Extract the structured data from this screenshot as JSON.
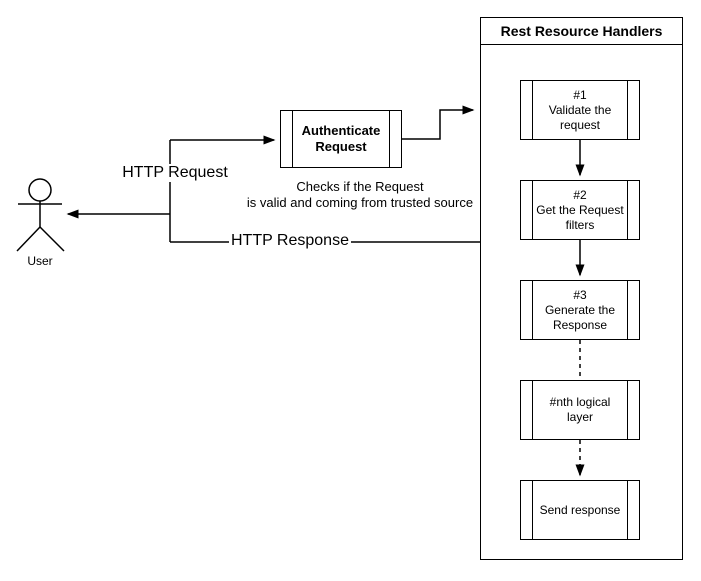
{
  "actor": {
    "label": "User"
  },
  "edges": {
    "http_request": {
      "label": "HTTP Request"
    },
    "http_response": {
      "label": "HTTP Response"
    }
  },
  "auth": {
    "label": "Authenticate\nRequest",
    "note": "Checks if the Request\nis valid and coming from trusted source"
  },
  "handlers": {
    "title": "Rest Resource Handlers",
    "steps": [
      {
        "label": "#1\nValidate the\nrequest"
      },
      {
        "label": "#2\nGet the Request\nfilters"
      },
      {
        "label": "#3\nGenerate the\nResponse"
      },
      {
        "label": "#nth logical\nlayer"
      },
      {
        "label": "Send response"
      }
    ]
  },
  "colors": {
    "stroke": "#000000",
    "background": "#ffffff"
  }
}
